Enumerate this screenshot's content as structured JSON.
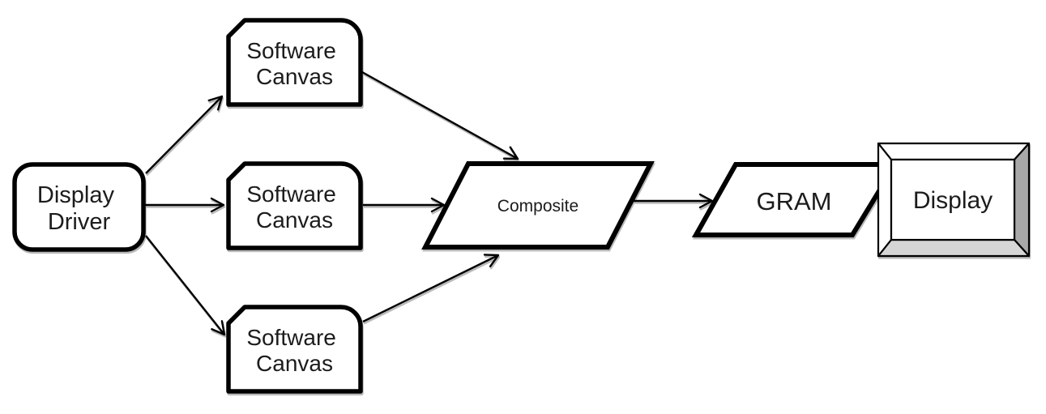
{
  "diagram": {
    "background_color": "#ffffff",
    "shape_fill_color": "#ffffff",
    "stroke_color": "#000000",
    "bevel_side_color": "#a8a8a8",
    "bevel_bottom_color": "#d6d6d6",
    "nodes": {
      "display_driver": {
        "shape": "rounded-rectangle",
        "lines": [
          "Display",
          "Driver"
        ]
      },
      "software_canvas_top": {
        "shape": "card",
        "lines": [
          "Software",
          "Canvas"
        ]
      },
      "software_canvas_middle": {
        "shape": "card",
        "lines": [
          "Software",
          "Canvas"
        ]
      },
      "software_canvas_bottom": {
        "shape": "card",
        "lines": [
          "Software",
          "Canvas"
        ]
      },
      "composite": {
        "shape": "parallelogram",
        "label": "Composite"
      },
      "gram": {
        "shape": "parallelogram",
        "label": "GRAM"
      },
      "display": {
        "shape": "bevel",
        "label": "Display"
      }
    },
    "edges": [
      {
        "from": "display_driver",
        "to": "software_canvas_top"
      },
      {
        "from": "display_driver",
        "to": "software_canvas_middle"
      },
      {
        "from": "display_driver",
        "to": "software_canvas_bottom"
      },
      {
        "from": "software_canvas_top",
        "to": "composite"
      },
      {
        "from": "software_canvas_middle",
        "to": "composite"
      },
      {
        "from": "software_canvas_bottom",
        "to": "composite"
      },
      {
        "from": "composite",
        "to": "gram"
      },
      {
        "from": "gram",
        "to": "display"
      }
    ]
  }
}
